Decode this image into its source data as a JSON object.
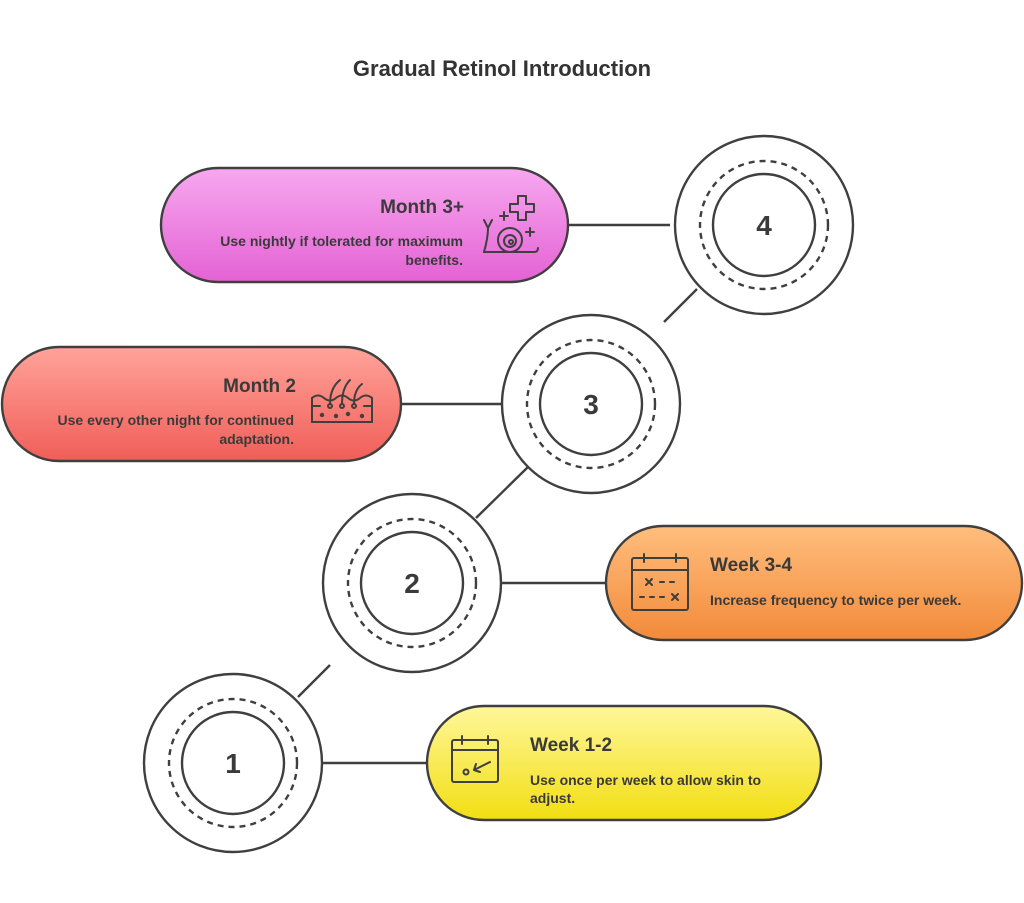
{
  "title": "Gradual Retinol Introduction",
  "colors": {
    "outline": "#3f3f3f",
    "text": "#3a3a3a",
    "month3": [
      "#f7a8ef",
      "#e462d4"
    ],
    "month2": [
      "#ffa39a",
      "#f05e58"
    ],
    "week34": [
      "#ffbe7d",
      "#f28a3a"
    ],
    "week12": [
      "#fff79a",
      "#f2de12"
    ]
  },
  "steps": [
    {
      "number": "1",
      "heading": "Week 1-2",
      "description": [
        "Use once per week to allow skin to",
        "adjust."
      ],
      "icon": "calendar-arrow-icon"
    },
    {
      "number": "2",
      "heading": "Week 3-4",
      "description": [
        "Increase frequency to twice per week."
      ],
      "icon": "calendar-cross-icon"
    },
    {
      "number": "3",
      "heading": "Month 2",
      "description": [
        "Use every other night for continued",
        "adaptation."
      ],
      "icon": "skin-layers-icon"
    },
    {
      "number": "4",
      "heading": "Month 3+",
      "description": [
        "Use nightly if tolerated for maximum",
        "benefits."
      ],
      "icon": "snail-plus-icon"
    }
  ]
}
